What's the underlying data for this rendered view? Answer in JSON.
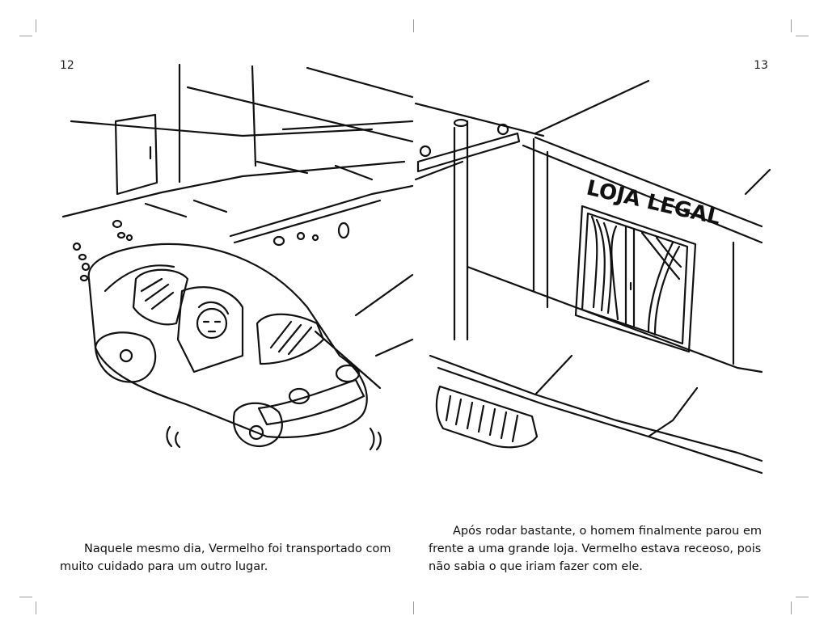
{
  "pages": {
    "left": {
      "page_number": "12",
      "caption": "Naquele mesmo dia, Vermelho foi transportado com muito cuidado para um outro lugar."
    },
    "right": {
      "page_number": "13",
      "caption": "Após rodar bastante, o homem finalmente parou em frente a uma grande loja. Vermelho estava receoso, pois não sabia o que iriam fazer com ele.",
      "store_sign": "LOJA LEGAL"
    }
  },
  "colors": {
    "ink": "#111111",
    "paper": "#ffffff",
    "crop_marks": "#9a9a9a"
  }
}
